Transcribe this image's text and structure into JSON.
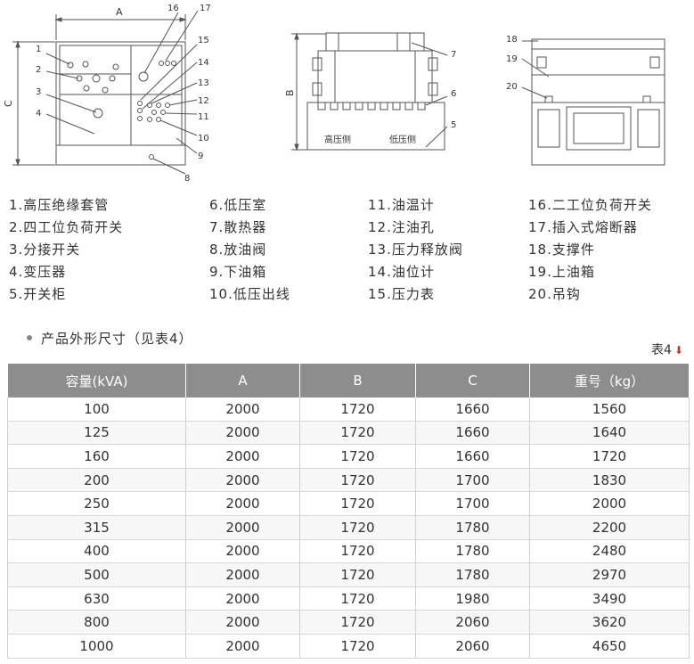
{
  "diagram": {
    "dim_labels": {
      "A": "A",
      "B": "B",
      "C": "C"
    },
    "callouts_left": [
      "1",
      "2",
      "3",
      "4",
      "8",
      "9",
      "10",
      "11",
      "12",
      "13",
      "14",
      "15",
      "16",
      "17"
    ],
    "callouts_mid": [
      "5",
      "6",
      "7"
    ],
    "callouts_right": [
      "18",
      "19",
      "20"
    ],
    "hv_side": "高压侧",
    "lv_side": "低压侧"
  },
  "legend": {
    "col1": [
      "1.高压绝缘套管",
      "2.四工位负荷开关",
      "3.分接开关",
      "4.变压器",
      "5.开关柜"
    ],
    "col2": [
      "6.低压室",
      "7.散热器",
      "8.放油阀",
      "9.下油箱",
      "10.低压出线"
    ],
    "col3": [
      "11.油温计",
      "12.注油孔",
      "13.压力释放阀",
      "14.油位计",
      "15.压力表"
    ],
    "col4": [
      "16.二工位负荷开关",
      "17.插入式熔断器",
      "18.支撑件",
      "19.上油箱",
      "20.吊钩"
    ]
  },
  "section": {
    "title": "产品外形尺寸（见表4）"
  },
  "table": {
    "label": "表4",
    "headers": [
      "容量(kVA)",
      "A",
      "B",
      "C",
      "重号（kg）"
    ],
    "rows": [
      [
        "100",
        "2000",
        "1720",
        "1660",
        "1560"
      ],
      [
        "125",
        "2000",
        "1720",
        "1660",
        "1640"
      ],
      [
        "160",
        "2000",
        "1720",
        "1660",
        "1720"
      ],
      [
        "200",
        "2000",
        "1720",
        "1700",
        "1830"
      ],
      [
        "250",
        "2000",
        "1720",
        "1700",
        "2000"
      ],
      [
        "315",
        "2000",
        "1720",
        "1780",
        "2200"
      ],
      [
        "400",
        "2000",
        "1720",
        "1780",
        "2480"
      ],
      [
        "500",
        "2000",
        "1720",
        "1780",
        "2970"
      ],
      [
        "630",
        "2000",
        "1720",
        "1980",
        "3490"
      ],
      [
        "800",
        "2000",
        "1720",
        "2060",
        "3620"
      ],
      [
        "1000",
        "2000",
        "1720",
        "2060",
        "4650"
      ]
    ]
  }
}
